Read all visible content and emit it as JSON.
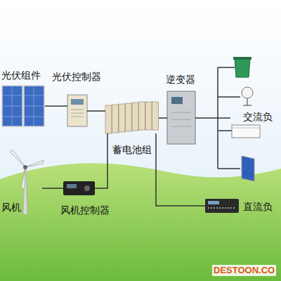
{
  "diagram": {
    "nodes": [
      {
        "text": [
          "光伏组件"
        ]
      },
      {
        "text": [
          "风机"
        ]
      },
      {
        "text": [
          "光伏控制器"
        ]
      },
      {
        "text": [
          "风机控制器"
        ]
      },
      {
        "text": [
          "蓄电池组"
        ]
      },
      {
        "text": [
          "逆变器"
        ]
      },
      {
        "text": [
          "交流负"
        ]
      },
      {
        "text": [
          "直流负"
        ]
      }
    ],
    "edges": [
      {
        "from": 0,
        "to": 2,
        "arrow": "none"
      },
      {
        "from": 1,
        "to": 3,
        "arrow": "none"
      },
      {
        "from": 2,
        "to": 4,
        "arrow": "none"
      },
      {
        "from": 3,
        "to": 4,
        "arrow": "none"
      },
      {
        "from": 4,
        "to": 5,
        "arrow": "none"
      },
      {
        "from": 5,
        "to": 6,
        "arrow": "none"
      },
      {
        "from": 4,
        "to": 7,
        "arrow": "none"
      }
    ],
    "labels": [
      "DESTOON.CO"
    ]
  }
}
